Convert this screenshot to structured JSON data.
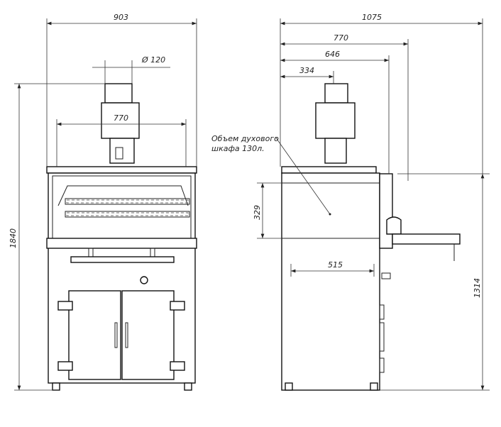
{
  "front_view": {
    "width_overall": "903",
    "chimney_diameter": "Ø 120",
    "inner_width": "770",
    "height_overall": "1840"
  },
  "side_view": {
    "depth_overall": "1075",
    "depth_770": "770",
    "depth_646": "646",
    "depth_334": "334",
    "oven_height": "329",
    "oven_depth": "515",
    "counter_height": "1314",
    "oven_volume_note_line1": "Объем духового",
    "oven_volume_note_line2": "шкафа 130л."
  }
}
